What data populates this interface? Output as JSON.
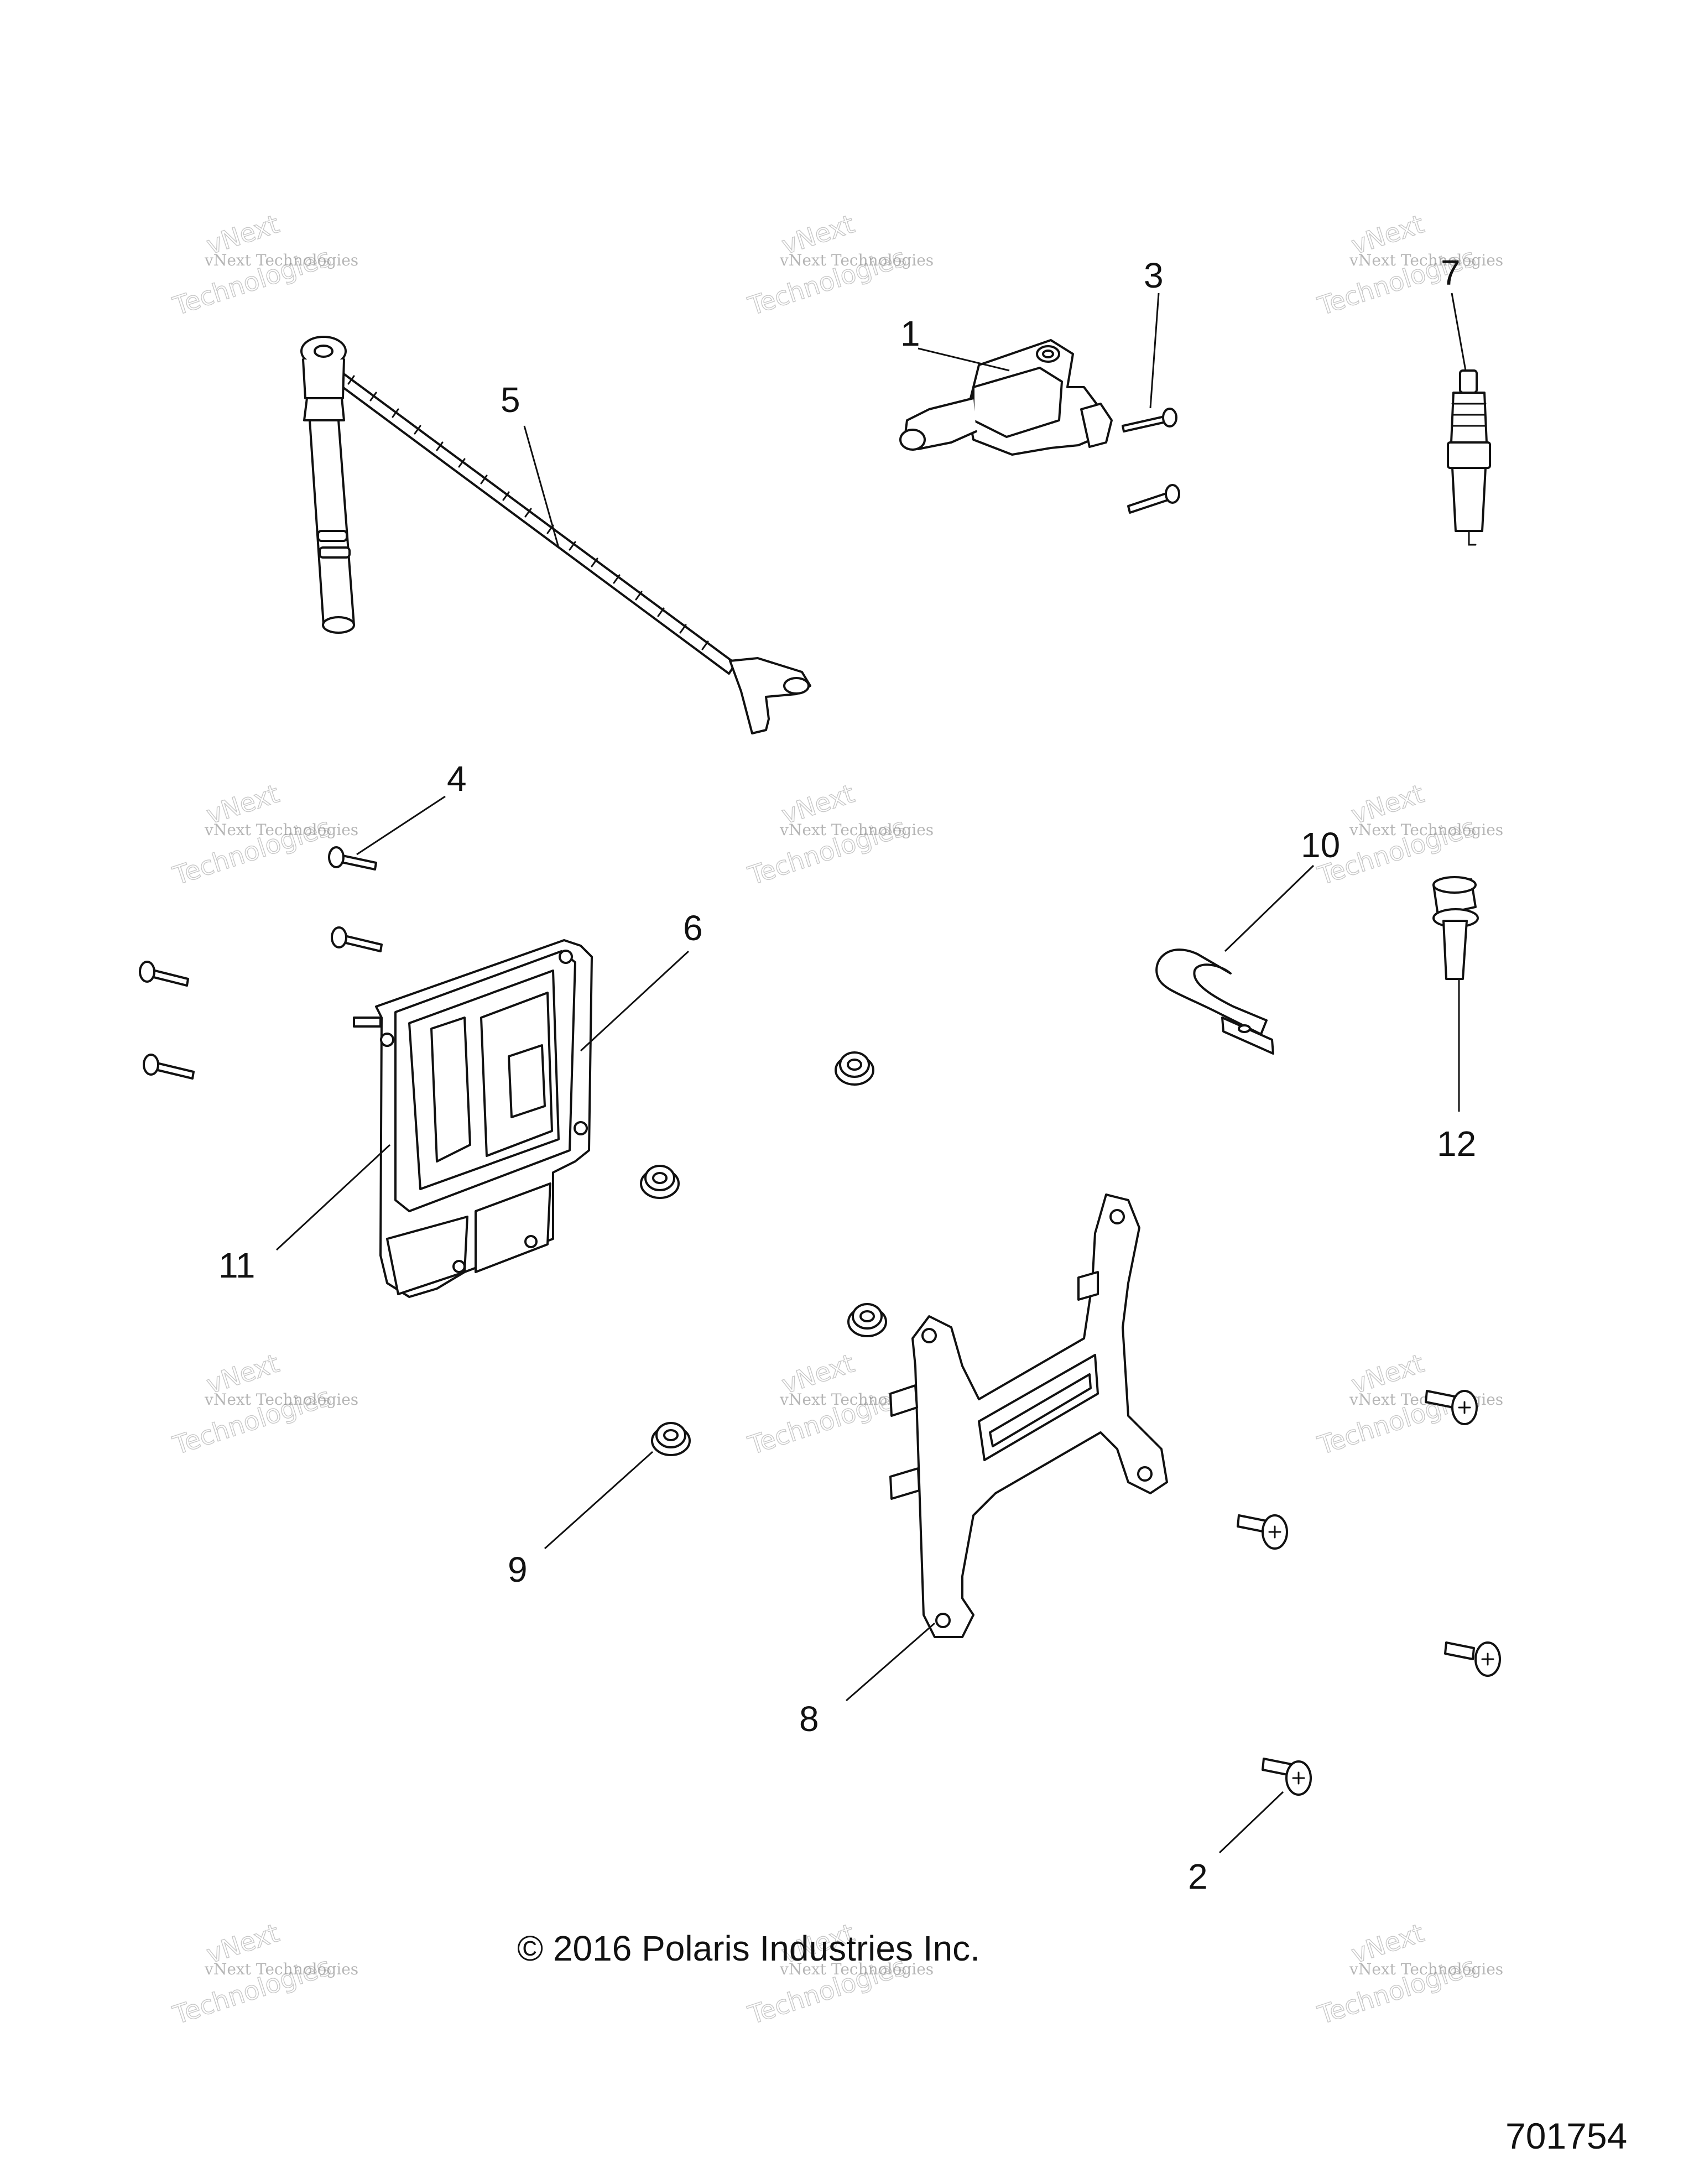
{
  "diagram": {
    "callouts": [
      "1",
      "2",
      "3",
      "4",
      "5",
      "6",
      "7",
      "8",
      "9",
      "10",
      "11",
      "12"
    ],
    "copyright": "© 2016 Polaris Industries Inc.",
    "drawing_number": "701754",
    "watermark": {
      "line1": "vNext Technologies",
      "line2": "vNext",
      "line3": "Technologies"
    },
    "colors": {
      "ink": "#111111",
      "watermark": "#9a9a9a"
    }
  }
}
